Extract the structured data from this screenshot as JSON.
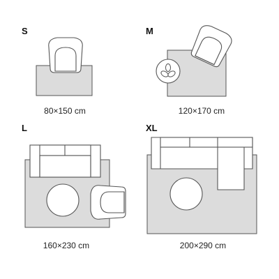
{
  "sizes": [
    {
      "code": "S",
      "dimensions": "80×150 cm"
    },
    {
      "code": "M",
      "dimensions": "120×170 cm"
    },
    {
      "code": "L",
      "dimensions": "160×230 cm"
    },
    {
      "code": "XL",
      "dimensions": "200×290 cm"
    }
  ],
  "icons": {
    "chair": "armchair-icon",
    "plant": "plant-icon",
    "sofa": "sofa-icon",
    "table": "round-table-icon"
  },
  "colors": {
    "rug_fill": "#dcdcdc",
    "outline": "#555555",
    "furniture_fill": "#ffffff"
  }
}
